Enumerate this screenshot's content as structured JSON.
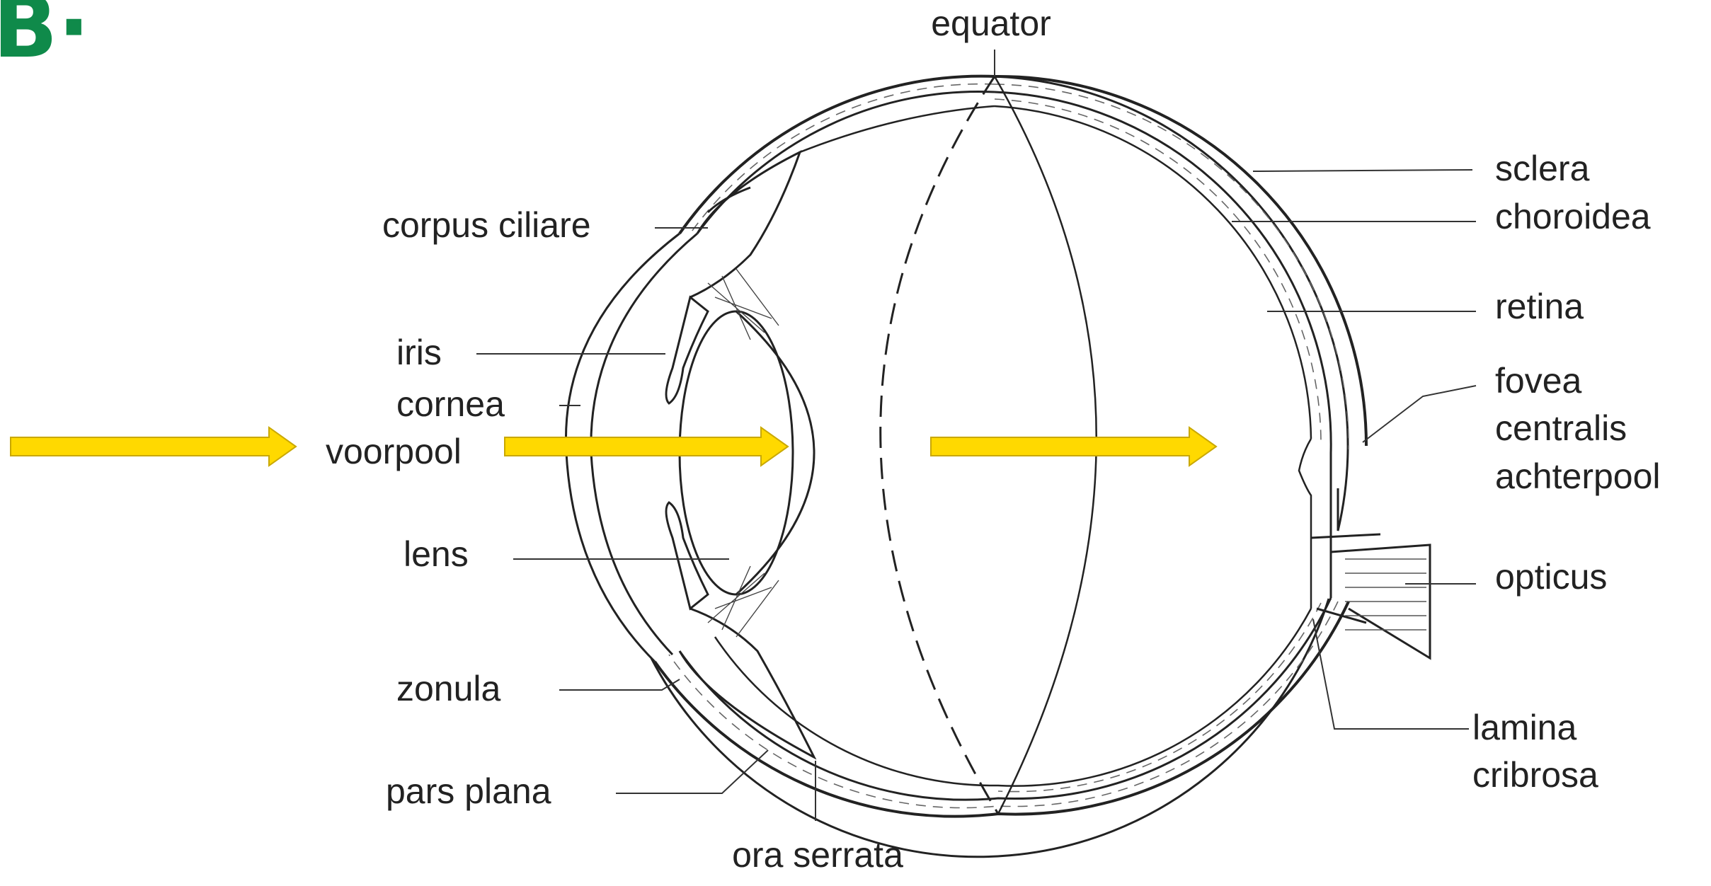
{
  "heading": "B·",
  "colors": {
    "heading": "#0f8a4a",
    "arrow_fill": "#ffd900",
    "arrow_stroke": "#c9a800",
    "ink": "#222222"
  },
  "labels": {
    "equator": "equator",
    "corpus_ciliare": "corpus ciliare",
    "iris": "iris",
    "cornea": "cornea",
    "voorpool": "voorpool",
    "lens": "lens",
    "zonula": "zonula",
    "pars_plana": "pars plana",
    "ora_serrata": "ora serrata",
    "sclera": "sclera",
    "choroidea": "choroidea",
    "retina": "retina",
    "fovea": "fovea",
    "centralis": "centralis",
    "achterpool": "achterpool",
    "opticus": "opticus",
    "lamina": "lamina",
    "cribrosa": "cribrosa"
  },
  "arrows": [
    "light-path-arrow-outside",
    "light-path-arrow-anterior",
    "light-path-arrow-posterior"
  ]
}
